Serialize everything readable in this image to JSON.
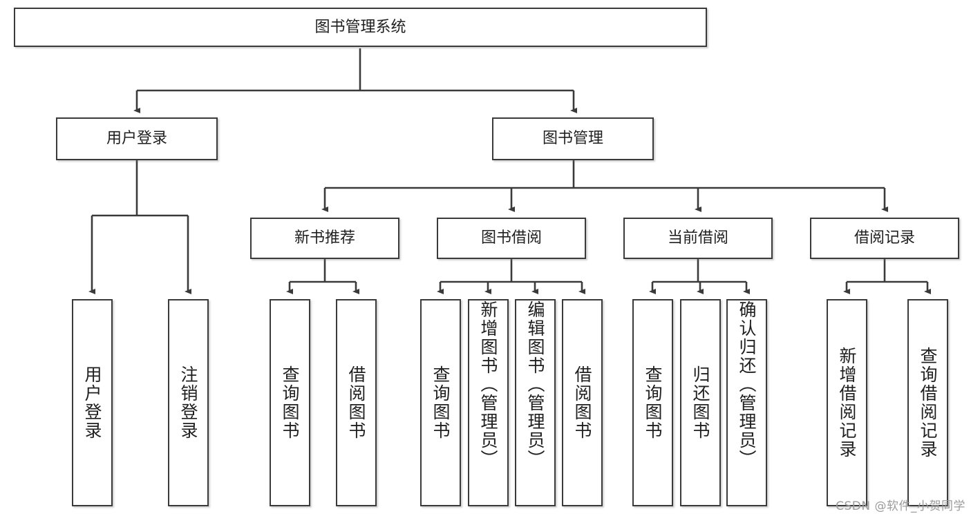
{
  "diagram": {
    "title_node": {
      "label": "图书管理系统"
    },
    "level2": [
      {
        "id": "user-login",
        "label": "用户登录"
      },
      {
        "id": "book-management",
        "label": "图书管理"
      }
    ],
    "level3": [
      {
        "id": "new-book-recommend",
        "label": "新书推荐"
      },
      {
        "id": "book-borrow",
        "label": "图书借阅"
      },
      {
        "id": "current-borrow",
        "label": "当前借阅"
      },
      {
        "id": "borrow-record",
        "label": "借阅记录"
      }
    ],
    "leaves": [
      {
        "id": "leaf-user-login",
        "label": "用户登录",
        "parent": "user-login"
      },
      {
        "id": "leaf-logout-login",
        "label": "注销登录",
        "parent": "user-login"
      },
      {
        "id": "leaf-query-book-1",
        "label": "查询图书",
        "parent": "new-book-recommend"
      },
      {
        "id": "leaf-borrow-book-1",
        "label": "借阅图书",
        "parent": "new-book-recommend"
      },
      {
        "id": "leaf-query-book-2",
        "label": "查询图书",
        "parent": "book-borrow"
      },
      {
        "id": "leaf-add-book",
        "label": "新增图书（管理员）",
        "parent": "book-borrow"
      },
      {
        "id": "leaf-edit-book",
        "label": "编辑图书（管理员）",
        "parent": "book-borrow"
      },
      {
        "id": "leaf-borrow-book-2",
        "label": "借阅图书",
        "parent": "book-borrow"
      },
      {
        "id": "leaf-query-book-3",
        "label": "查询图书",
        "parent": "current-borrow"
      },
      {
        "id": "leaf-return-book",
        "label": "归还图书",
        "parent": "current-borrow"
      },
      {
        "id": "leaf-confirm-return",
        "label": "确认归还（管理员）",
        "parent": "current-borrow"
      },
      {
        "id": "leaf-add-record",
        "label": "新增借阅记录",
        "parent": "borrow-record"
      },
      {
        "id": "leaf-query-record",
        "label": "查询借阅记录",
        "parent": "borrow-record"
      }
    ]
  },
  "watermark": {
    "text": "CSDN @软件_小贺同学"
  },
  "colors": {
    "stroke": "#3a3a3a",
    "text": "#1f1f1f",
    "background": "#ffffff",
    "watermark": "#9b9b9b"
  }
}
